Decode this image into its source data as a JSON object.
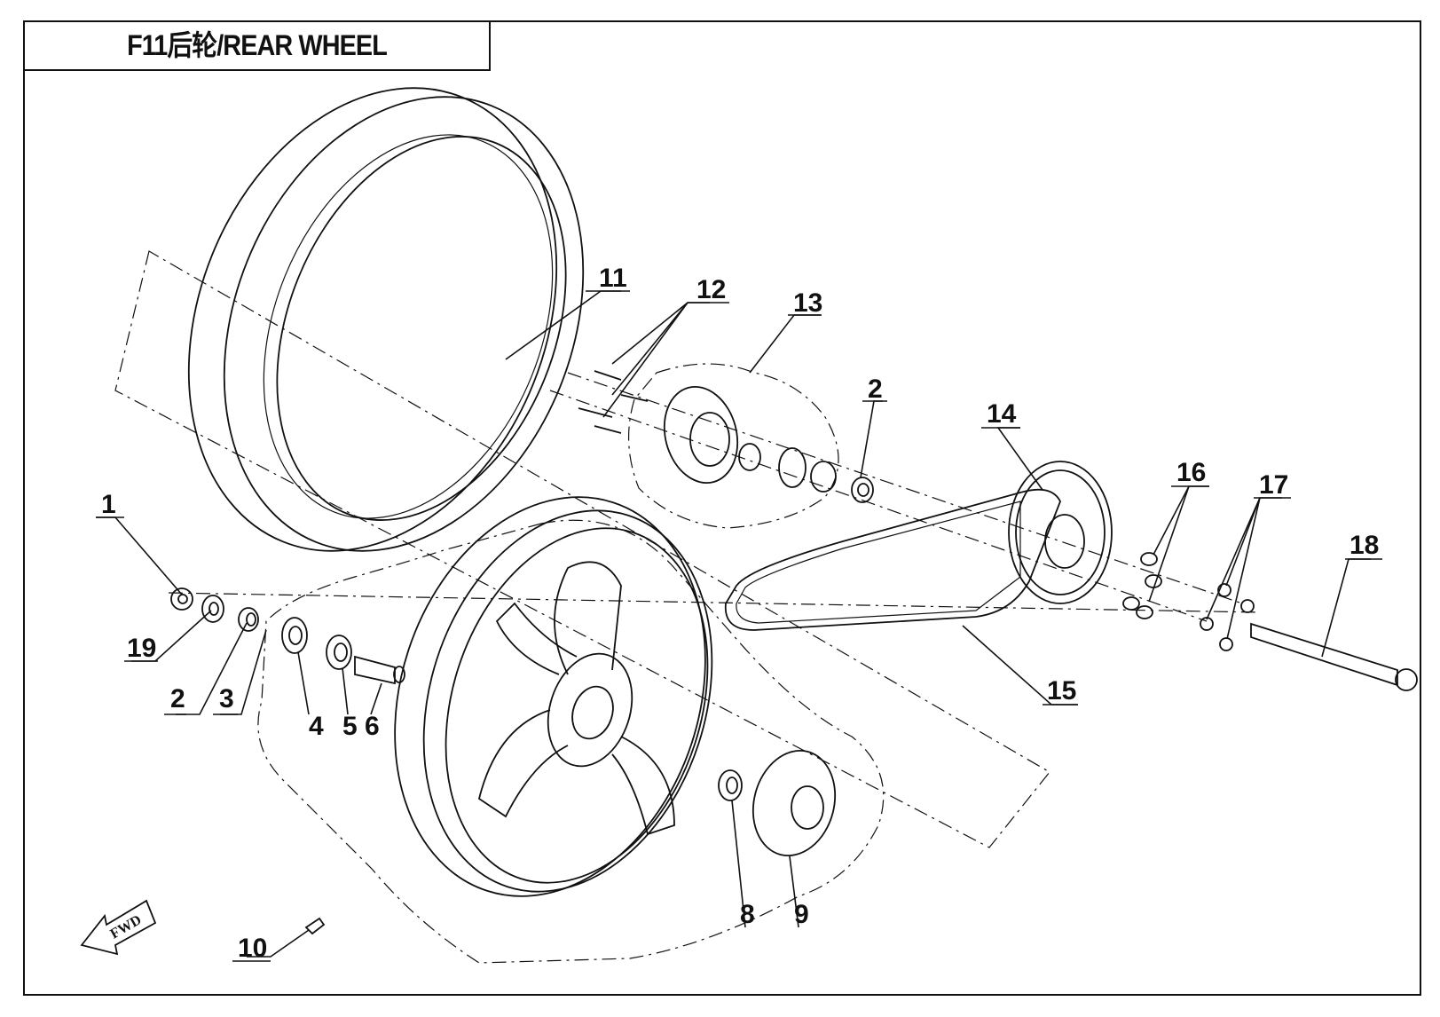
{
  "title": "F11后轮/REAR WHEEL",
  "fwd_label": "FWD",
  "callouts": [
    "1",
    "2",
    "3",
    "4",
    "5",
    "6",
    "8",
    "9",
    "10",
    "11",
    "12",
    "13",
    "2",
    "14",
    "16",
    "17",
    "18",
    "15",
    "19"
  ]
}
